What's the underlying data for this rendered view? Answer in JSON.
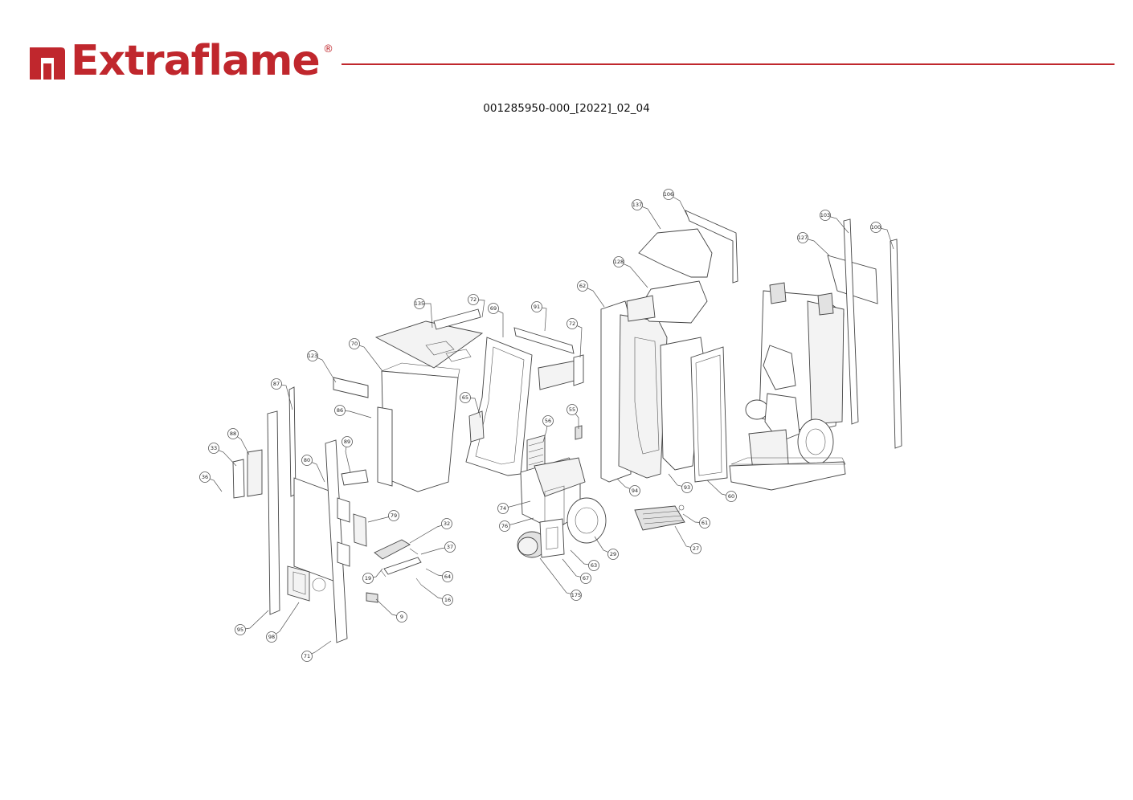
{
  "brand": {
    "name": "Extraflame",
    "registered_mark": "®",
    "color": "#c0272d"
  },
  "document": {
    "code": "001285950-000_[2022]_02_04"
  },
  "callouts": [
    "106",
    "137",
    "103",
    "100",
    "127",
    "128",
    "62",
    "135",
    "72",
    "69",
    "91",
    "72",
    "70",
    "123",
    "87",
    "86",
    "65",
    "55",
    "56",
    "88",
    "33",
    "89",
    "80",
    "36",
    "79",
    "32",
    "37",
    "19",
    "64",
    "16",
    "9",
    "95",
    "98",
    "71",
    "74",
    "76",
    "29",
    "61",
    "27",
    "63",
    "67",
    "175",
    "94",
    "93",
    "60"
  ]
}
